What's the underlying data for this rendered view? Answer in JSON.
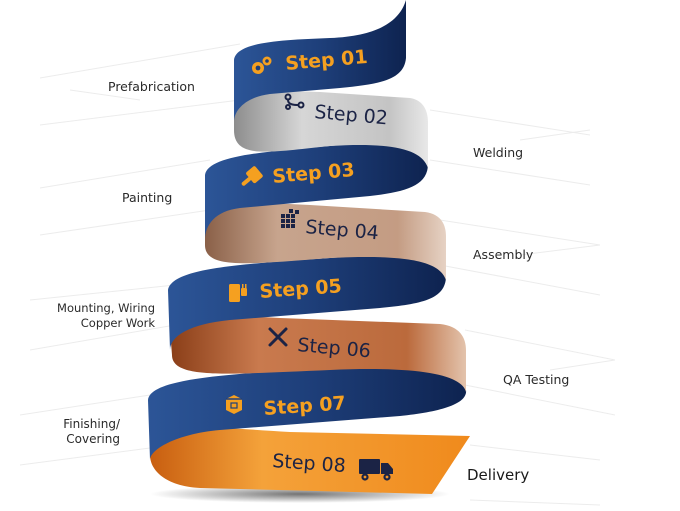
{
  "diagram": {
    "title": "",
    "colors": {
      "navy": "#1e3f7a",
      "navy_dark": "#0f2552",
      "orange_text": "#f5a020",
      "silver": "#c8c8c8",
      "tan": "#c9a58f",
      "copper": "#c17346",
      "orange": "#f2962a",
      "dark_text": "#1b2345"
    },
    "steps": [
      {
        "label": "Step 01",
        "description": "Prefabrication",
        "icon": "gears-icon",
        "band": "navy"
      },
      {
        "label": "Step 02",
        "description": "Welding",
        "icon": "workflow-nodes-icon",
        "band": "silver"
      },
      {
        "label": "Step 03",
        "description": "Painting",
        "icon": "paint-brush-icon",
        "band": "navy"
      },
      {
        "label": "Step 04",
        "description": "Assembly",
        "icon": "grid-blocks-icon",
        "band": "tan"
      },
      {
        "label": "Step 05",
        "description": "Mounting, Wiring Copper Work",
        "description_lines": [
          "Mounting, Wiring",
          "Copper Work"
        ],
        "icon": "battery-plug-icon",
        "band": "navy"
      },
      {
        "label": "Step 06",
        "description": "QA Testing",
        "icon": "tools-wrench-screwdriver-icon",
        "band": "copper"
      },
      {
        "label": "Step 07",
        "description": "Finishing/ Covering",
        "description_lines": [
          "Finishing/",
          "Covering"
        ],
        "icon": "box-icon",
        "band": "navy"
      },
      {
        "label": "Step 08",
        "description": "Delivery",
        "icon": "delivery-truck-icon",
        "band": "orange"
      }
    ]
  }
}
